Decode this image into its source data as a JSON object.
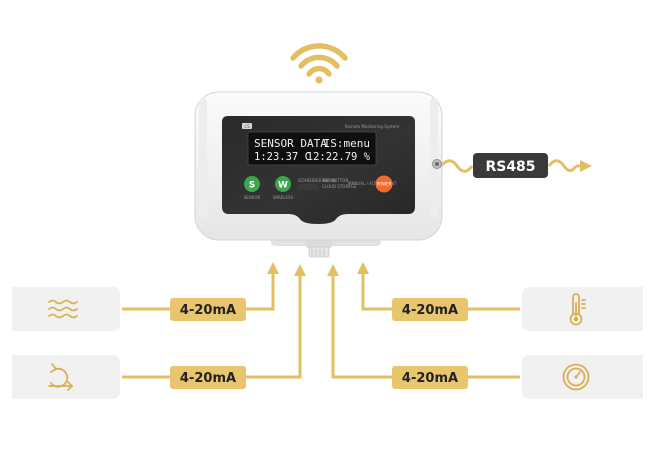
{
  "colors": {
    "line_gold": "#e3bf63",
    "badge_fill": "#e8c66e",
    "rs485_fill": "#3a3a3a",
    "panel_fill": "#f1f1f1",
    "icon_gold": "#d8b04f",
    "button_green": "#3da64a",
    "button_orange": "#f06b2d"
  },
  "device": {
    "brand_label": "CS",
    "title_small": "Remote Monitoring System",
    "lcd_line1": "SENSOR DATA",
    "lcd_line1_right": "IS:menu",
    "lcd_line2_left": "1:23.37 C",
    "lcd_line2_right": "12:22.79 %",
    "btn_s": "S",
    "btn_w": "W",
    "label_s": "SENSOR",
    "label_w": "WIRELESS",
    "model_label": "SCHNEIDER RN400",
    "mini_label_1": "BAT. BUTTON",
    "mini_label_2": "CLOUD STORAGE",
    "mini_label_3": "MANUAL / AUTO MOUNT",
    "power_label": "POWER"
  },
  "output": {
    "label": "RS485"
  },
  "inputs": [
    {
      "side": "left",
      "label": "4-20mA",
      "icon": "water-waves-icon"
    },
    {
      "side": "left",
      "label": "4-20mA",
      "icon": "rotation-arrow-icon"
    },
    {
      "side": "right",
      "label": "4-20mA",
      "icon": "thermometer-icon"
    },
    {
      "side": "right",
      "label": "4-20mA",
      "icon": "pressure-gauge-icon"
    }
  ],
  "wireless": {
    "icon": "wifi-icon"
  }
}
